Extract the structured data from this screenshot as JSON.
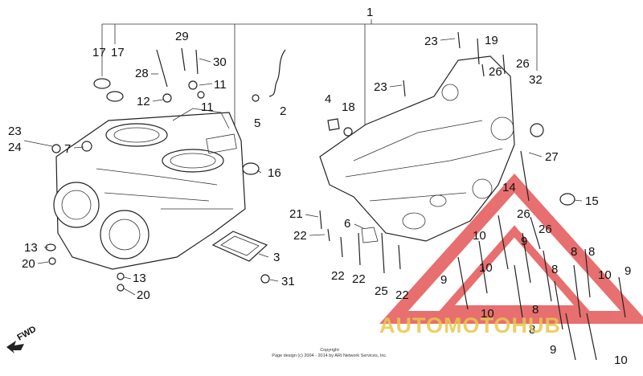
{
  "diagram": {
    "labels": {
      "p1": "1",
      "p2": "2",
      "p3": "3",
      "p4": "4",
      "p5": "5",
      "p6": "6",
      "p7": "7",
      "p11": "11",
      "p12": "12",
      "p13": "13",
      "p14": "14",
      "p15": "15",
      "p16": "16",
      "p17": "17",
      "p18": "18",
      "p19": "19",
      "p20": "20",
      "p21": "21",
      "p22": "22",
      "p23": "23",
      "p24": "24",
      "p25": "25",
      "p26": "26",
      "p27": "27",
      "p28": "28",
      "p29": "29",
      "p30": "30",
      "p31": "31",
      "p32": "32",
      "p8": "8",
      "p9": "9",
      "p10": "10"
    },
    "fwd_label": "FWD",
    "copyright_line1": "Copyright",
    "copyright_line2": "Page design (c) 2004 - 2014 by ARI Network Services, Inc.",
    "watermark_text": "AUTOMOTOHUB",
    "watermark_color": "#e8c84a",
    "watermark_triangle_color": "#e04040"
  }
}
